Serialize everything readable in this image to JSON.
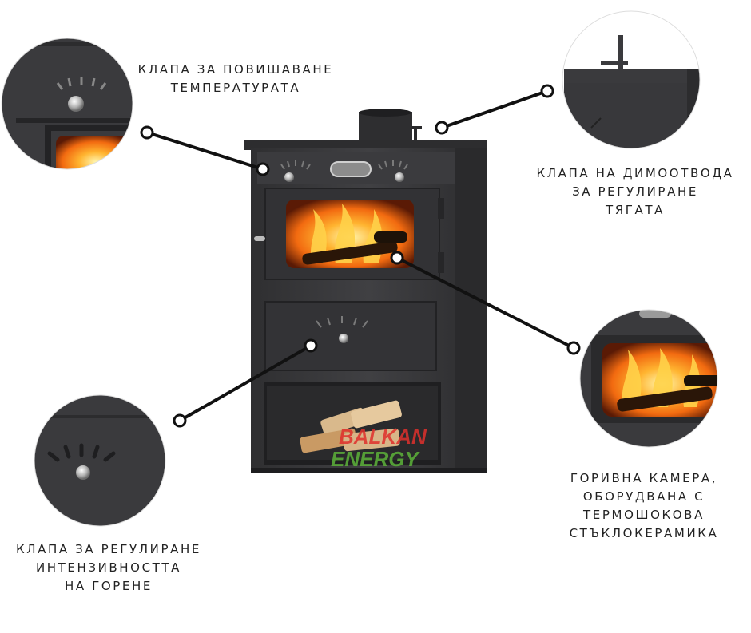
{
  "captions": {
    "temp_flap": [
      "КЛАПА ЗА ПОВИШАВАНЕ",
      "ТЕМПЕРАТУРАТА"
    ],
    "flue_flap": [
      "КЛАПА НА ДИМООТВОДА",
      "ЗА РЕГУЛИРАНЕ",
      "ТЯГАТА"
    ],
    "burn_flap": [
      "КЛАПА ЗА РЕГУЛИРАНЕ",
      "ИНТЕНЗИВНОСТТА",
      "НА ГОРЕНЕ"
    ],
    "chamber": [
      "ГОРИВНА КАМЕРА,",
      "ОБОРУДВАНА С",
      "ТЕРМОШОКОВА",
      "СТЪКЛОКЕРАМИКА"
    ]
  },
  "watermark": {
    "line1": "BALKAN",
    "line2": "ENERGY"
  },
  "colors": {
    "stove_body": "#3a3a3c",
    "stove_dark": "#2a2a2c",
    "flame": "#ff7a12",
    "watermark_red": "#e0302c",
    "watermark_green": "#5db33a",
    "callout_line": "#111111"
  }
}
